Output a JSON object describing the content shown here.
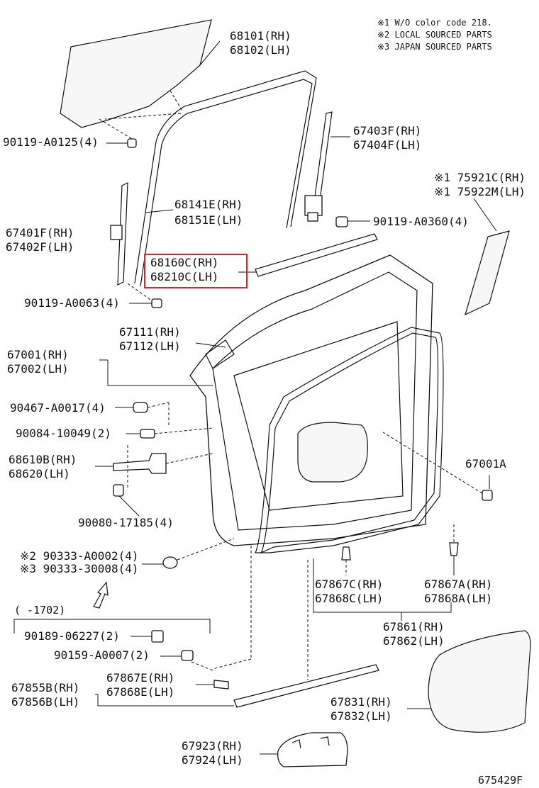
{
  "notes": [
    "※1 W/O color code 218.",
    "※2 LOCAL SOURCED PARTS",
    "※3 JAPAN SOURCED PARTS"
  ],
  "parts": {
    "p68101": "68101(RH)",
    "p68102": "68102(LH)",
    "p90119_A0125": "90119-A0125(4)",
    "p67403F": "67403F(RH)",
    "p67404F": "67404F(LH)",
    "p75921C": "※1 75921C(RH)",
    "p75922M": "※1 75922M(LH)",
    "p68141E": "68141E(RH)",
    "p68151E": "68151E(LH)",
    "p90119_A0360": "90119-A0360(4)",
    "p67401F": "67401F(RH)",
    "p67402F": "67402F(LH)",
    "p68160C": "68160C(RH)",
    "p68210C": "68210C(LH)",
    "p90119_A0063": "90119-A0063(4)",
    "p67111": "67111(RH)",
    "p67112": "67112(LH)",
    "p67001": "67001(RH)",
    "p67002": "67002(LH)",
    "p90467": "90467-A0017(4)",
    "p90084": "90084-10049(2)",
    "p67001A": "67001A",
    "p68610B": "68610B(RH)",
    "p68620": "68620(LH)",
    "p90080": "90080-17185(4)",
    "p90333_A": "※2 90333-A0002(4)",
    "p90333_3": "※3 90333-30008(4)",
    "p67867C": "67867C(RH)",
    "p67868C": "67868C(LH)",
    "p67867A": "67867A(RH)",
    "p67868A": "67868A(LH)",
    "range1702": "(    -1702)",
    "p90189": "90189-06227(2)",
    "p90159": "90159-A0007(2)",
    "p67861": "67861(RH)",
    "p67862": "67862(LH)",
    "p67867E": "67867E(RH)",
    "p67868E": "67868E(LH)",
    "p67855B": "67855B(RH)",
    "p67856B": "67856B(LH)",
    "p67831": "67831(RH)",
    "p67832": "67832(LH)",
    "p67923": "67923(RH)",
    "p67924": "67924(LH)"
  },
  "diagram_id": "675429F",
  "highlight_color": "#e0202a"
}
